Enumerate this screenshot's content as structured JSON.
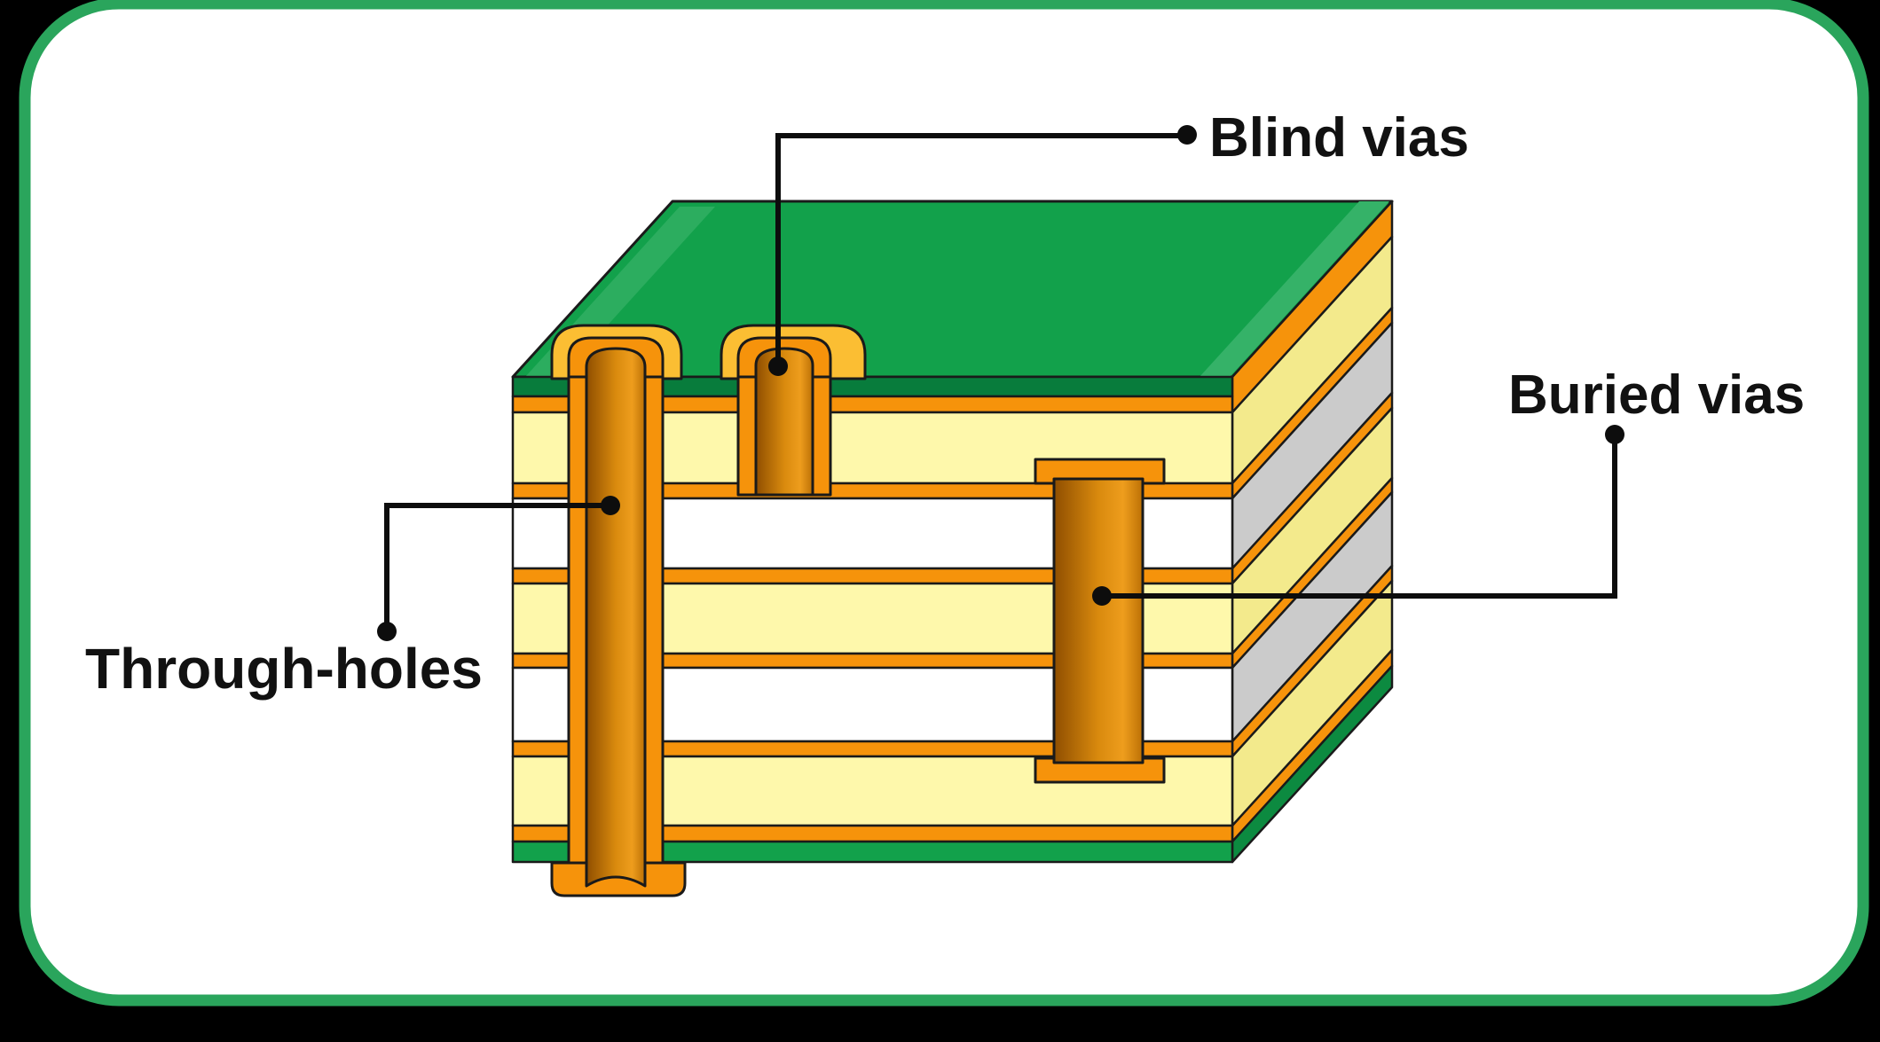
{
  "scene": {
    "background": "#000000"
  },
  "card": {
    "fill": "#ffffff",
    "border_color": "#2aa55c"
  },
  "labels": {
    "through_holes": "Through-holes",
    "blind_vias": "Blind vias",
    "buried_vias": "Buried vias"
  },
  "colors": {
    "top_green": "#12A14B",
    "top_green_highlight": "#2CAD5F",
    "edge_green_bevel": "#35B268",
    "front_dark_green": "#087C3C",
    "bottom_green": "#12A14B",
    "side_green": "#0C8A40",
    "copper_orange": "#F6930B",
    "pad_gold": "#FBBE33",
    "core_yellow": "#FEF8AB",
    "side_yellow": "#F3EA8C",
    "side_gray": "#CBCBCB",
    "white_layer": "#FFFFFF",
    "outline": "#1A1A1A",
    "leader_black": "#0D0D0D"
  }
}
